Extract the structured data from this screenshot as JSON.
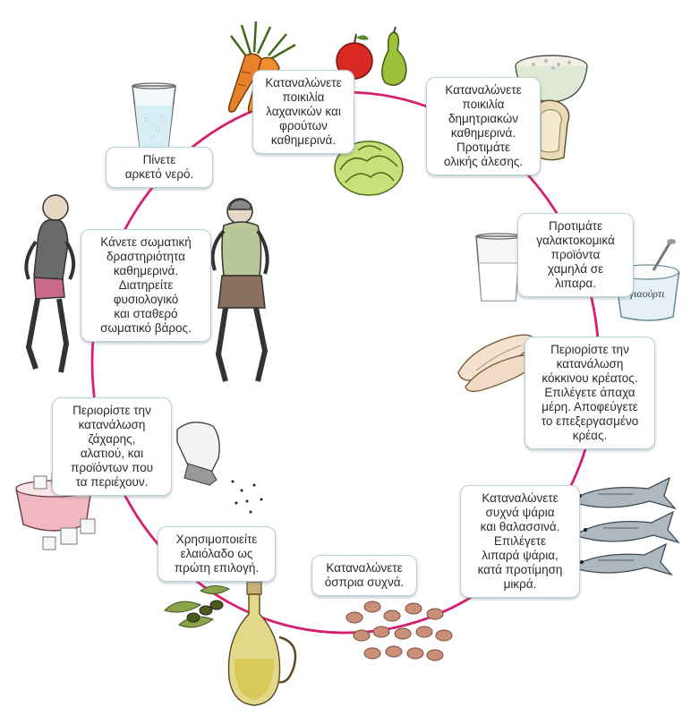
{
  "diagram": {
    "ring_color": "#d61f6f",
    "tips": [
      {
        "id": "vegetables-fruits",
        "icon": "carrot-apple-pear-lettuce-icon",
        "text": "Καταναλώνετε\nποικιλία\nλαχανικών και\nφρούτων\nκαθημερινά."
      },
      {
        "id": "cereals",
        "icon": "cereal-bowl-bread-icon",
        "text": "Καταναλώνετε\nποικιλία\nδημητριακών\nκαθημερινά.\nΠροτιμάτε\nολικής άλεσης."
      },
      {
        "id": "dairy",
        "icon": "milk-glass-yogurt-icon",
        "text": "Προτιμάτε\nγαλακτοκομικά\nπροϊόντα\nχαμηλά σε\nλιπαρα."
      },
      {
        "id": "red-meat",
        "icon": "chicken-fillet-icon",
        "text": "Περιορίστε την\nκατανάλωση\nκόκκινου κρέατος.\nΕπιλέγετε άπαχα\nμέρη. Αποφεύγετε\nτο επεξεργασμένο\nκρέας."
      },
      {
        "id": "fish",
        "icon": "fish-icon",
        "text": "Καταναλώνετε\nσυχνά ψάρια\nκαι θαλασσινά.\nΕπιλέγετε\nλιπαρά ψάρια,\nκατά προτίμηση\nμικρά."
      },
      {
        "id": "legumes",
        "icon": "beans-icon",
        "text": "Καταναλώνετε\nόσπρια συχνά."
      },
      {
        "id": "olive-oil",
        "icon": "olive-oil-bottle-icon",
        "text": "Χρησιμοποιείτε\nελαιόλαδο ως\nπρώτη επιλογή."
      },
      {
        "id": "sugar-salt",
        "icon": "sugar-bowl-salt-shaker-icon",
        "text": "Περιορίστε την\nκατανάλωση\nζάχαρης,\nαλατιού, και\nπροϊόντων που\nτα περιέχουν."
      },
      {
        "id": "exercise",
        "icon": "joggers-icon",
        "text": "Κάνετε σωματική\nδραστηριότητα\nκαθημερινά.\nΔιατηρείτε\nφυσιολογικό\nκαι σταθερό\nσωματικό βάρος."
      },
      {
        "id": "water",
        "icon": "water-glass-icon",
        "text": "Πίνετε\nαρκετό νερό."
      }
    ],
    "yogurt_label": "γιαούρτι"
  }
}
